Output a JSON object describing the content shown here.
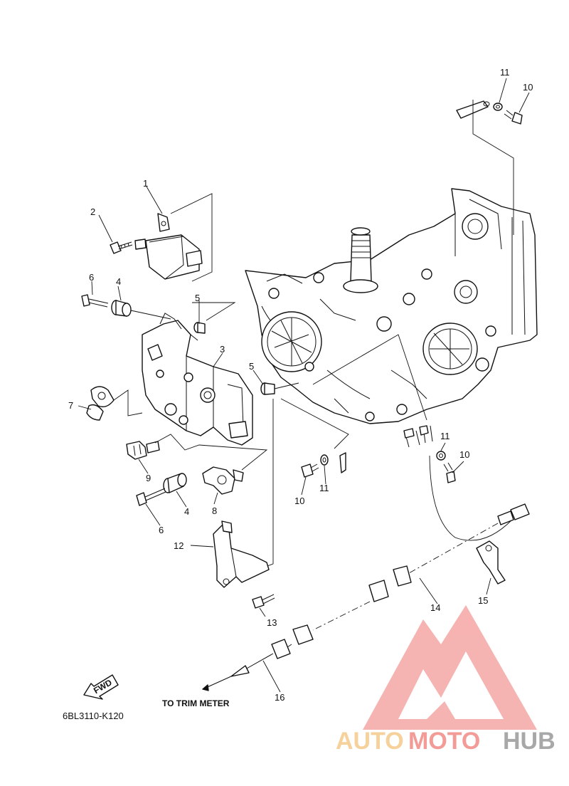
{
  "callouts": [
    {
      "id": "c1",
      "label": "1"
    },
    {
      "id": "c2",
      "label": "2"
    },
    {
      "id": "c3",
      "label": "3"
    },
    {
      "id": "c4a",
      "label": "4"
    },
    {
      "id": "c4b",
      "label": "4"
    },
    {
      "id": "c5a",
      "label": "5"
    },
    {
      "id": "c5b",
      "label": "5"
    },
    {
      "id": "c6a",
      "label": "6"
    },
    {
      "id": "c6b",
      "label": "6"
    },
    {
      "id": "c7",
      "label": "7"
    },
    {
      "id": "c8",
      "label": "8"
    },
    {
      "id": "c9",
      "label": "9"
    },
    {
      "id": "c10a",
      "label": "10"
    },
    {
      "id": "c10b",
      "label": "10"
    },
    {
      "id": "c10c",
      "label": "10"
    },
    {
      "id": "c11a",
      "label": "11"
    },
    {
      "id": "c11b",
      "label": "11"
    },
    {
      "id": "c11c",
      "label": "11"
    },
    {
      "id": "c12",
      "label": "12"
    },
    {
      "id": "c13",
      "label": "13"
    },
    {
      "id": "c14",
      "label": "14"
    },
    {
      "id": "c15",
      "label": "15"
    },
    {
      "id": "c16",
      "label": "16"
    }
  ],
  "labels": {
    "trim_meter": "TO TRIM METER",
    "fwd": "FWD",
    "diagram_code": "6BL3110-K120"
  },
  "watermark": {
    "part1": "AUTO",
    "part2": "MOTO",
    "part3": "HUB",
    "color_auto": "#f5c98a",
    "color_moto": "#f08a86",
    "color_hub": "#9a9a9a"
  }
}
